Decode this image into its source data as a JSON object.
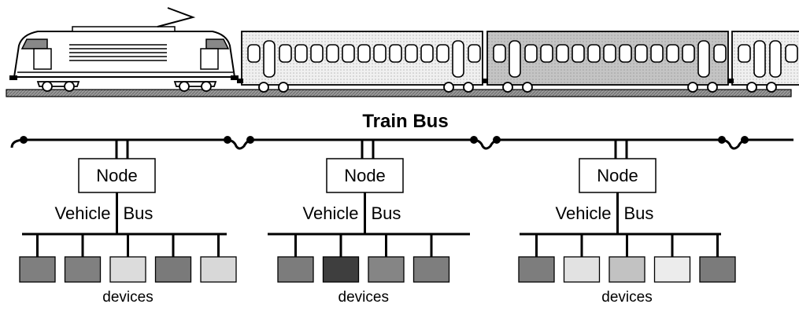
{
  "train_bus_label": "Train Bus",
  "segments": [
    {
      "node_label": "Node",
      "vehicle_bus_label": [
        "Vehicle",
        "Bus"
      ],
      "devices_label": "devices",
      "device_colors": [
        "#7f7f7f",
        "#808080",
        "#dcdcdc",
        "#7a7a7a",
        "#d8d8d8"
      ]
    },
    {
      "node_label": "Node",
      "vehicle_bus_label": [
        "Vehicle",
        "Bus"
      ],
      "devices_label": "devices",
      "device_colors": [
        "#7c7c7c",
        "#3e3e3e",
        "#858585",
        "#7e7e7e"
      ]
    },
    {
      "node_label": "Node",
      "vehicle_bus_label": [
        "Vehicle",
        "Bus"
      ],
      "devices_label": "devices",
      "device_colors": [
        "#7d7d7d",
        "#e2e2e2",
        "#c2c2c2",
        "#ececec",
        "#7b7b7b"
      ]
    }
  ],
  "colors": {
    "locomotive": "#ffffff",
    "coach_light": "#f2f2f2",
    "coach_dark": "#c8c8c8",
    "track": "#8c8c8c",
    "line": "#000000"
  }
}
